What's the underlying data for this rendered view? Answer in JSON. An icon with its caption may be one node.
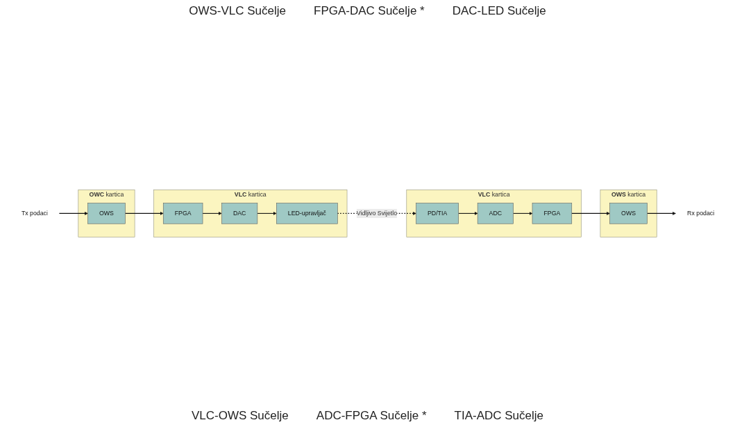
{
  "diagram": {
    "nodes": [
      {
        "text": [
          "Tx podaci"
        ]
      },
      {
        "text": [
          "**OWC** kartica"
        ]
      },
      {
        "text": [
          "OWS"
        ],
        "in": 1
      },
      {
        "text": [
          "**VLC** kartica"
        ]
      },
      {
        "text": [
          "FPGA"
        ],
        "in": 3
      },
      {
        "text": [
          "DAC"
        ],
        "in": 3
      },
      {
        "text": [
          "LED-upravljač"
        ],
        "in": 3
      },
      {
        "text": [
          "Rx podaci"
        ]
      },
      {
        "text": [
          "**OWS** kartica"
        ]
      },
      {
        "text": [
          "OWS"
        ],
        "in": 8
      },
      {
        "text": [
          "**VLC** kartica"
        ]
      },
      {
        "text": [
          "FPGA"
        ],
        "in": 10
      },
      {
        "text": [
          "ADC"
        ],
        "in": 10
      },
      {
        "text": [
          "PD/TIA"
        ],
        "in": 10
      }
    ],
    "edges": [
      {
        "from": 0,
        "to": 2,
        "arrow": "to"
      },
      {
        "from": 2,
        "to": 4,
        "arrow": "to"
      },
      {
        "from": 4,
        "to": 5,
        "arrow": "to"
      },
      {
        "from": 5,
        "to": 6,
        "arrow": "to"
      },
      {
        "from": 6,
        "to": 13,
        "arrow": "to",
        "style": "dashed",
        "label": "Vidljivo Svijetlo"
      },
      {
        "from": 13,
        "to": 12,
        "arrow": "to"
      },
      {
        "from": 12,
        "to": 11,
        "arrow": "to"
      },
      {
        "from": 11,
        "to": 9,
        "arrow": "to"
      },
      {
        "from": 9,
        "to": 7,
        "arrow": "to"
      }
    ],
    "labels": [
      "OWS-VLC Sučelje",
      "FPGA-DAC Sučelje *",
      "DAC-LED Sučelje",
      "VLC-OWS Sučelje",
      "ADC-FPGA Sučelje *",
      "TIA-ADC Sučelje"
    ]
  }
}
